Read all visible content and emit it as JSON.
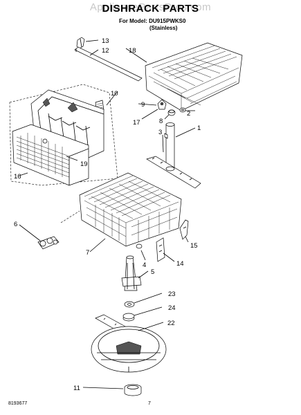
{
  "header": {
    "watermark": "AppliancePartsPros.com",
    "title": "DISHRACK PARTS",
    "model_line": "For Model: DU915PWKS0",
    "finish_line": "(Stainless)"
  },
  "callouts": [
    "1",
    "2",
    "3",
    "4",
    "5",
    "6",
    "7",
    "8",
    "9",
    "10",
    "11",
    "12",
    "13",
    "14",
    "15",
    "16",
    "17",
    "18",
    "19",
    "22",
    "23",
    "24"
  ],
  "footer": {
    "doc_number": "8193677",
    "page_number": "7"
  }
}
